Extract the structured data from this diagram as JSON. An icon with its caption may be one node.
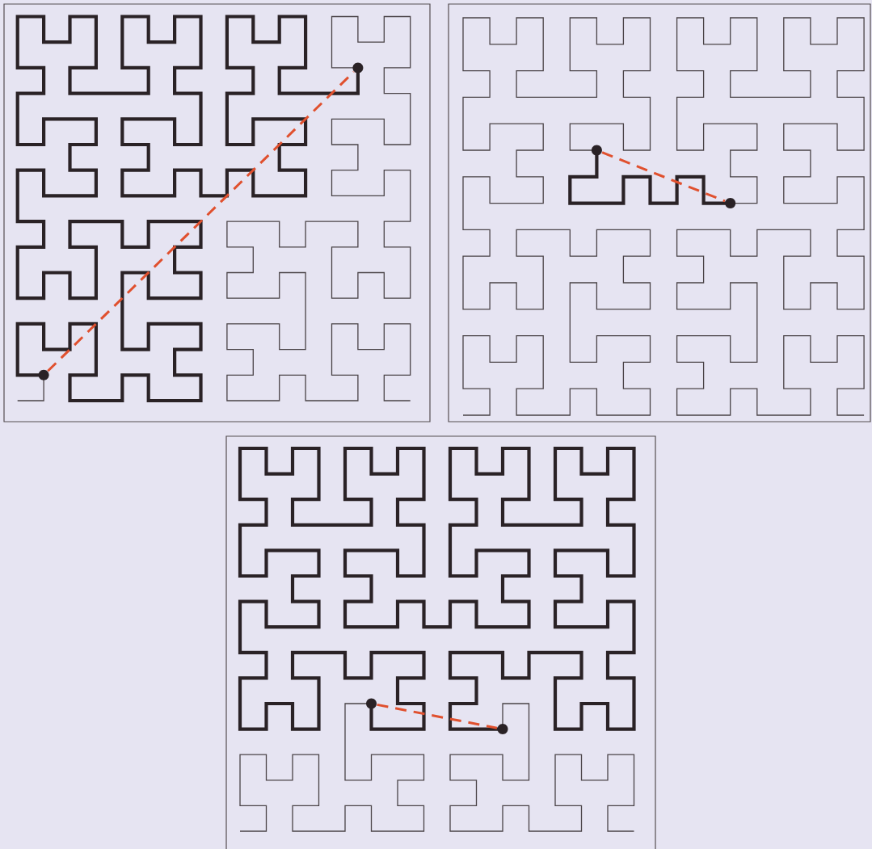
{
  "diagram": {
    "nodes": [
      {
        "text": [],
        "shape": "circle"
      },
      {
        "text": [],
        "shape": "circle"
      },
      {
        "text": [],
        "shape": "circle"
      },
      {
        "text": [],
        "shape": "circle"
      },
      {
        "text": [],
        "shape": "circle"
      },
      {
        "text": [],
        "shape": "circle"
      }
    ],
    "edges": [
      {
        "from": 0,
        "to": 1,
        "arrow": "none",
        "style": "dashed"
      },
      {
        "from": 2,
        "to": 3,
        "arrow": "none",
        "style": "dashed"
      },
      {
        "from": 4,
        "to": 5,
        "arrow": "none",
        "style": "dashed"
      }
    ]
  }
}
